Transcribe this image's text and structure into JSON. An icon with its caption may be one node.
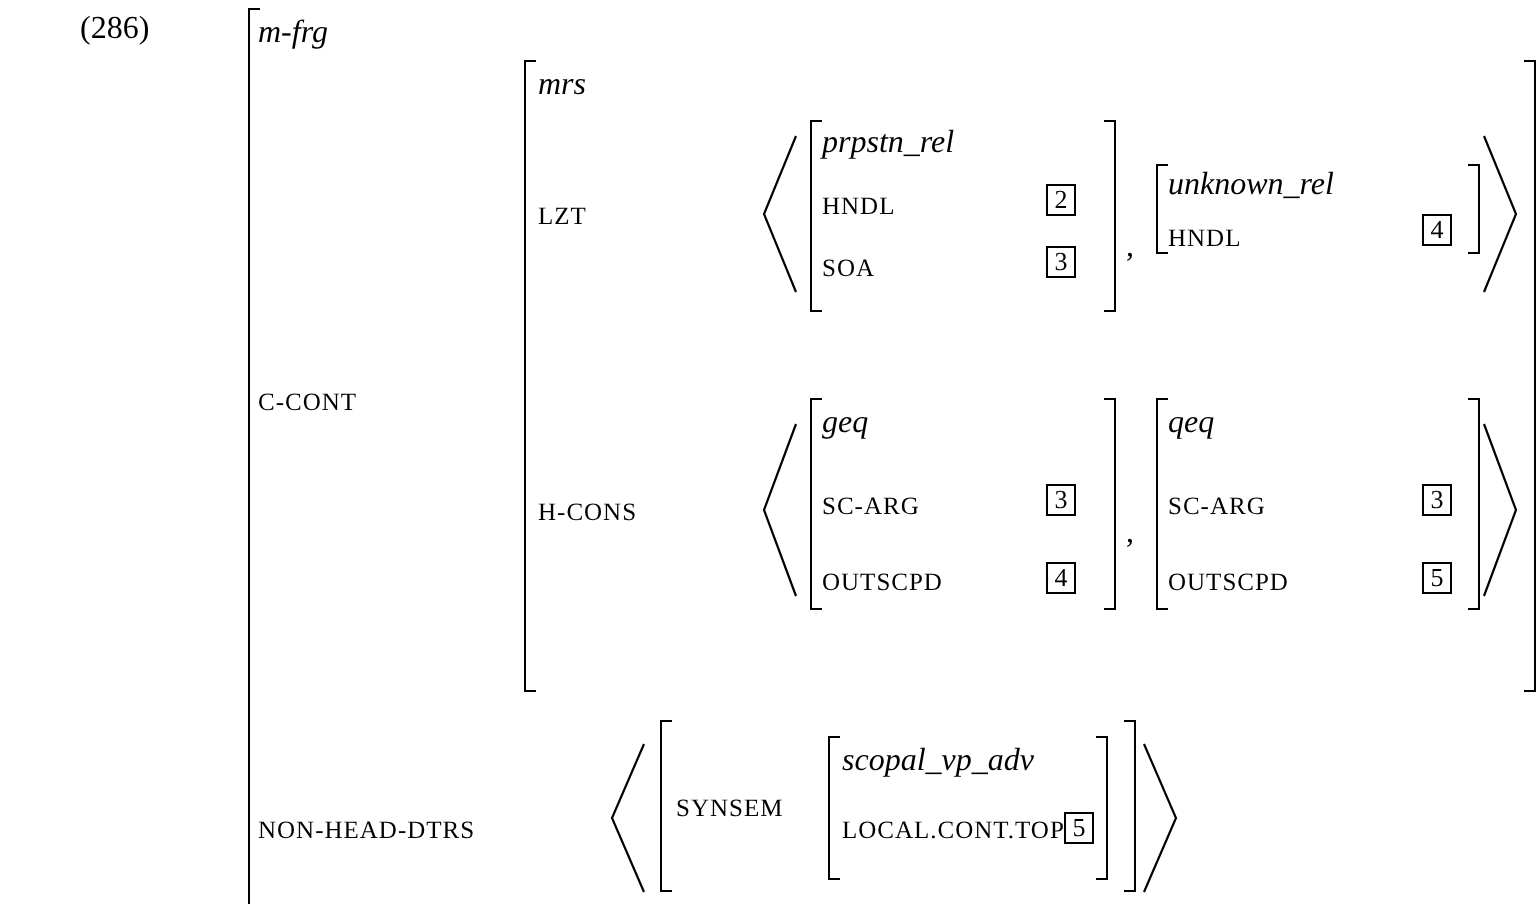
{
  "diagram": {
    "nodes": [
      {
        "text": [
          "m-frg",
          "C-CONT",
          "NON-HEAD-DTRS"
        ]
      },
      {
        "text": [
          "mrs",
          "LZT",
          "H-CONS"
        ],
        "in": 0
      },
      {
        "text": [
          "prpstn_rel",
          "HNDL",
          "SOA"
        ],
        "in": 1
      },
      {
        "text": [
          "2"
        ],
        "in": 2
      },
      {
        "text": [
          "3"
        ],
        "in": 2
      },
      {
        "text": [
          "unknown_rel",
          "HNDL"
        ],
        "in": 1
      },
      {
        "text": [
          "4"
        ],
        "in": 5
      },
      {
        "text": [
          "geq",
          "SC-ARG",
          "OUTSCPD"
        ],
        "in": 1
      },
      {
        "text": [
          "3"
        ],
        "in": 7
      },
      {
        "text": [
          "4"
        ],
        "in": 7
      },
      {
        "text": [
          "qeq",
          "SC-ARG",
          "OUTSCPD"
        ],
        "in": 1
      },
      {
        "text": [
          "3"
        ],
        "in": 10
      },
      {
        "text": [
          "5"
        ],
        "in": 10
      },
      {
        "text": [
          "SYNSEM"
        ],
        "in": 0
      },
      {
        "text": [
          "scopal_vp_adv",
          "LOCAL.CONT.TOP"
        ],
        "in": 13
      },
      {
        "text": [
          "5"
        ],
        "in": 14
      }
    ],
    "labels": [
      "(286)",
      ",",
      ","
    ]
  }
}
